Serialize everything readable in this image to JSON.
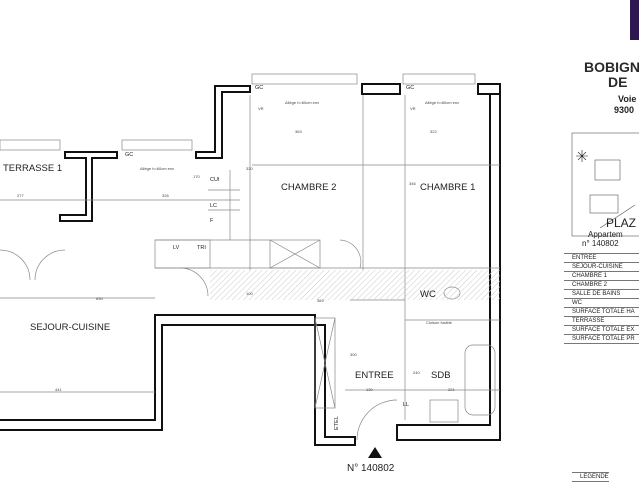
{
  "rooms": {
    "terrasse": "TERRASSE 1",
    "sejour": "SEJOUR-CUISINE",
    "chambre2": "CHAMBRE 2",
    "chambre1": "CHAMBRE 1",
    "entree": "ENTREE",
    "sdb": "SDB",
    "wc": "WC"
  },
  "fixtures": {
    "gc": "GC",
    "cui": "CUI",
    "lc": "LC",
    "f": "F",
    "lv": "LV",
    "tri": "TRI",
    "ll": "LL",
    "etel": "ETEL",
    "vr": "VR",
    "allege": "Allège h=60cm env",
    "cloison": "Cloison fusible"
  },
  "dimensions": {
    "terrasse_w": "277",
    "kitchen_w": "326",
    "chambre2_w": "363",
    "chambre1_w": "322",
    "chambre2_h": "320",
    "chambre1_h": "346",
    "sejour_w": "630",
    "sejour_lower": "441",
    "corridor_w": "369",
    "corridor_h": "100",
    "kitchen_h": "170",
    "entree_h": "300",
    "entree_w": "130",
    "sdb_h": "240",
    "sdb_w": "221"
  },
  "apartment_number": "N° 140802",
  "panel": {
    "title_line1": "BOBIGN",
    "title_line2": "DE",
    "address_line1": "Voie",
    "address_line2": "9300",
    "program": "PLAZ",
    "apartment_type": "Appartem",
    "apartment_ref": "n° 140802",
    "table_rows": [
      "ENTREE",
      "SEJOUR-CUISINE",
      "CHAMBRE 1",
      "CHAMBRE 2",
      "SALLE DE BAINS",
      "WC",
      "SURFACE TOTALE HA",
      "TERRASSE",
      "SURFACE TOTALE EX",
      "SURFACE TOTALE PR"
    ],
    "legend": "LEGENDE"
  },
  "colors": {
    "wall": "#111111",
    "logo": "#2e1650",
    "hatch": "#cccccc"
  }
}
